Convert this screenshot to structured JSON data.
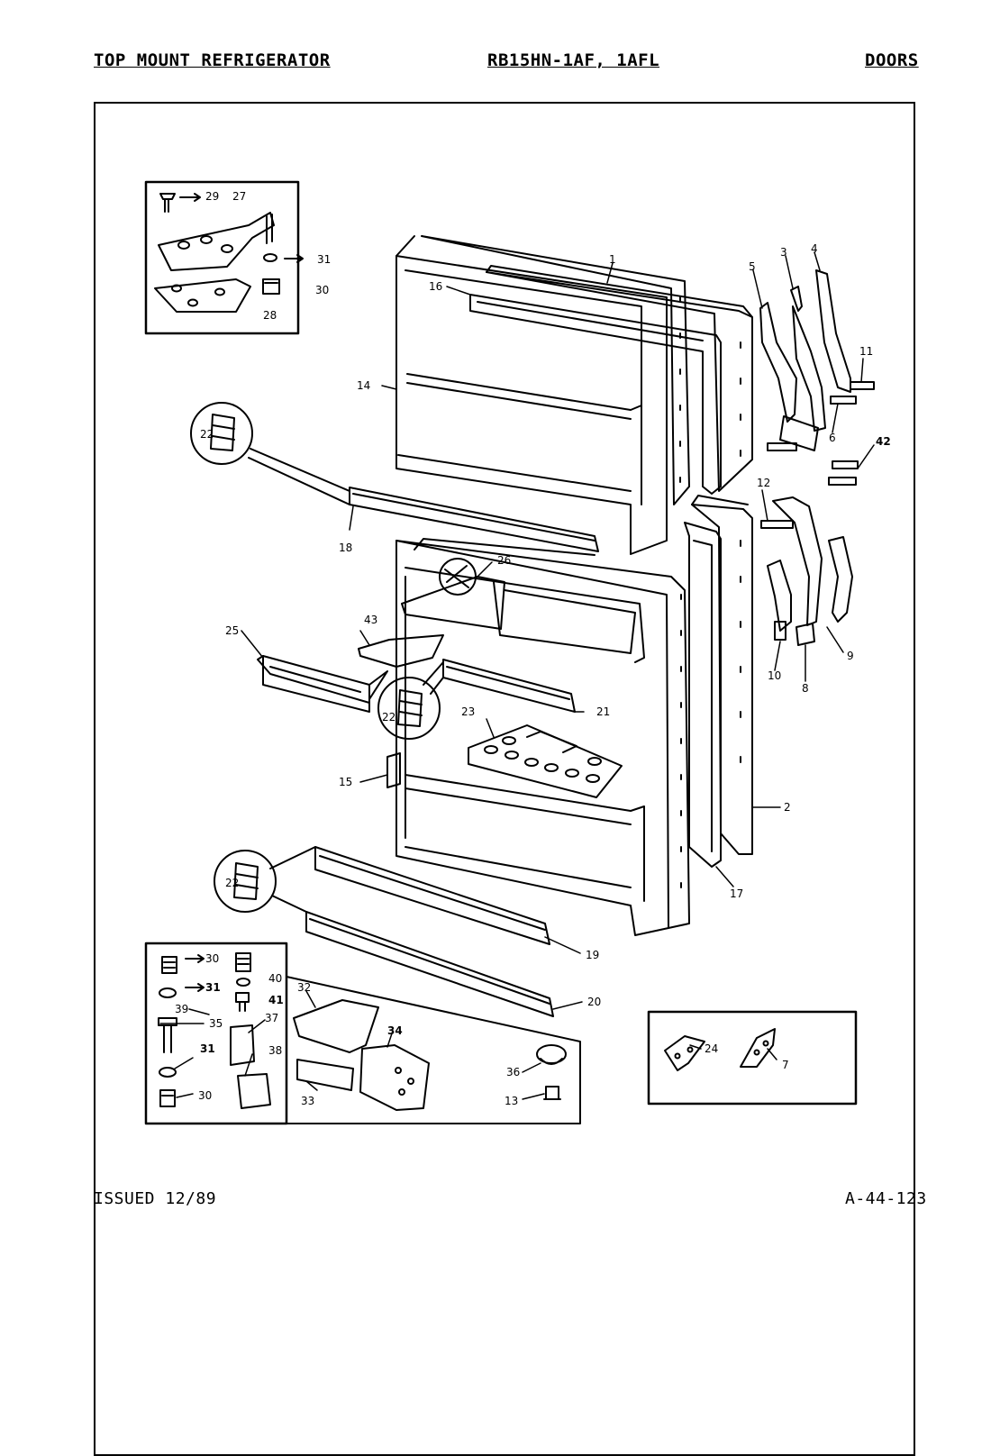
{
  "header": {
    "left": "TOP MOUNT REFRIGERATOR",
    "center": "RB15HN-1AF, 1AFL",
    "right": "DOORS"
  },
  "footer": {
    "left": "ISSUED 12/89",
    "right": "A-44-123"
  },
  "callouts": {
    "c1": "1",
    "c2": "2",
    "c3": "3",
    "c4": "4",
    "c5": "5",
    "c6": "6",
    "c7": "7",
    "c8": "8",
    "c9": "9",
    "c10": "10",
    "c11": "11",
    "c12": "12",
    "c13": "13",
    "c14": "14",
    "c15": "15",
    "c16": "16",
    "c17": "17",
    "c18": "18",
    "c19": "19",
    "c20": "20",
    "c21": "21",
    "c22a": "22",
    "c22b": "22",
    "c22c": "22",
    "c23": "23",
    "c24": "24",
    "c25": "25",
    "c26": "26",
    "c27": "27",
    "c28": "28",
    "c29": "29",
    "c30a": "30",
    "c30b": "30",
    "c30c": "30",
    "c31a": "31",
    "c31b": "31",
    "c31c": "31",
    "c32": "32",
    "c33": "33",
    "c34": "34",
    "c35": "35",
    "c36": "36",
    "c37": "37",
    "c38": "38",
    "c39": "39",
    "c40": "40",
    "c41": "41",
    "c42": "42",
    "c43": "43"
  }
}
